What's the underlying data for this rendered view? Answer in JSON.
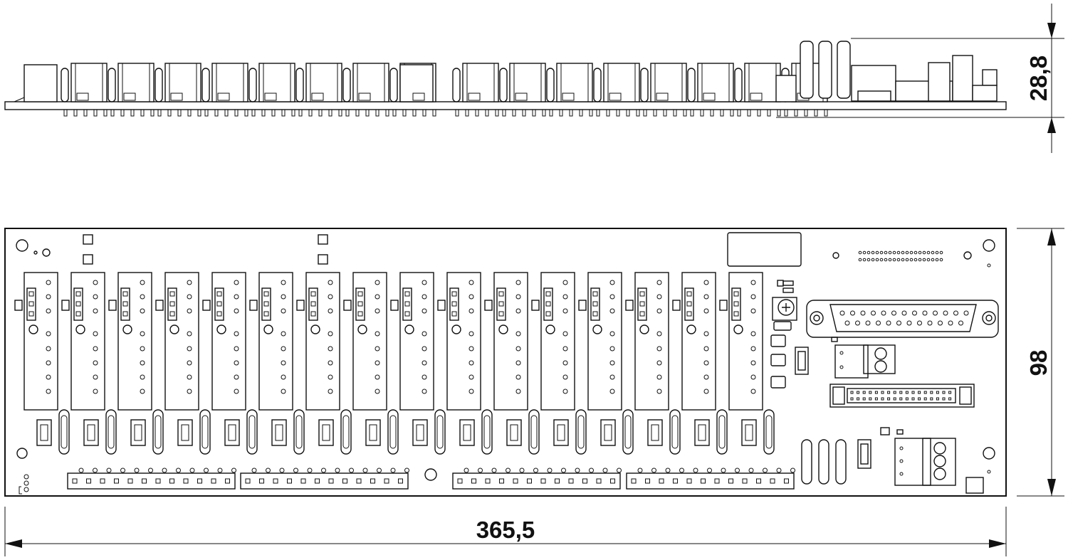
{
  "dimensions": {
    "height_side": "28,8",
    "depth_top": "98",
    "width_total": "365,5"
  },
  "colors": {
    "line": "#111111",
    "background": "#ffffff"
  }
}
